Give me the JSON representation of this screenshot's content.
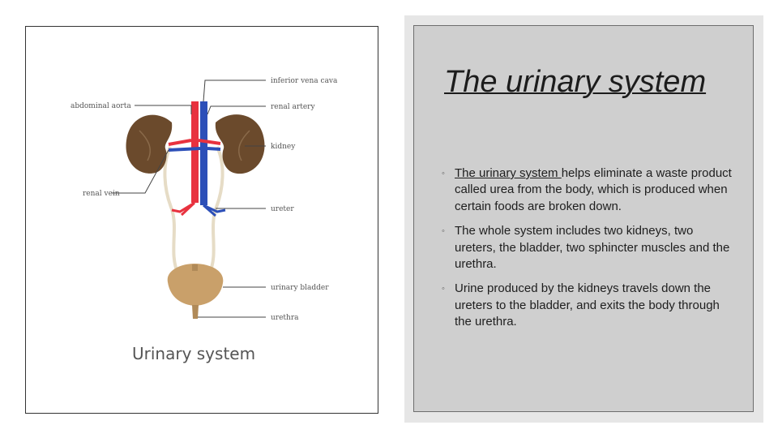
{
  "figure": {
    "labels": {
      "inferior_vena_cava": "inferior vena cava",
      "abdominal_aorta": "abdominal aorta",
      "renal_artery": "renal artery",
      "kidney": "kidney",
      "renal_vein": "renal vein",
      "ureter": "ureter",
      "urinary_bladder": "urinary bladder",
      "urethra": "urethra"
    },
    "caption": "Urinary system"
  },
  "slide": {
    "title": "The urinary system ",
    "bullet_marker": "◦",
    "bullets": [
      {
        "underlined": "The urinary system ",
        "rest": "helps eliminate a waste product called urea from the body, which is produced when certain foods are broken down."
      },
      {
        "underlined": "",
        "rest": "The whole system includes two kidneys, two ureters, the bladder, two sphincter muscles and the urethra."
      },
      {
        "underlined": "",
        "rest": "Urine produced by the kidneys travels down the ureters to the bladder, and exits the body through the urethra."
      }
    ]
  },
  "colors": {
    "kidney": "#6b4a2c",
    "artery": "#e8323f",
    "vein": "#2c4fb8",
    "bladder": "#c9a06a",
    "ureter": "#e8dfca",
    "panel": "#cfcfcf"
  }
}
